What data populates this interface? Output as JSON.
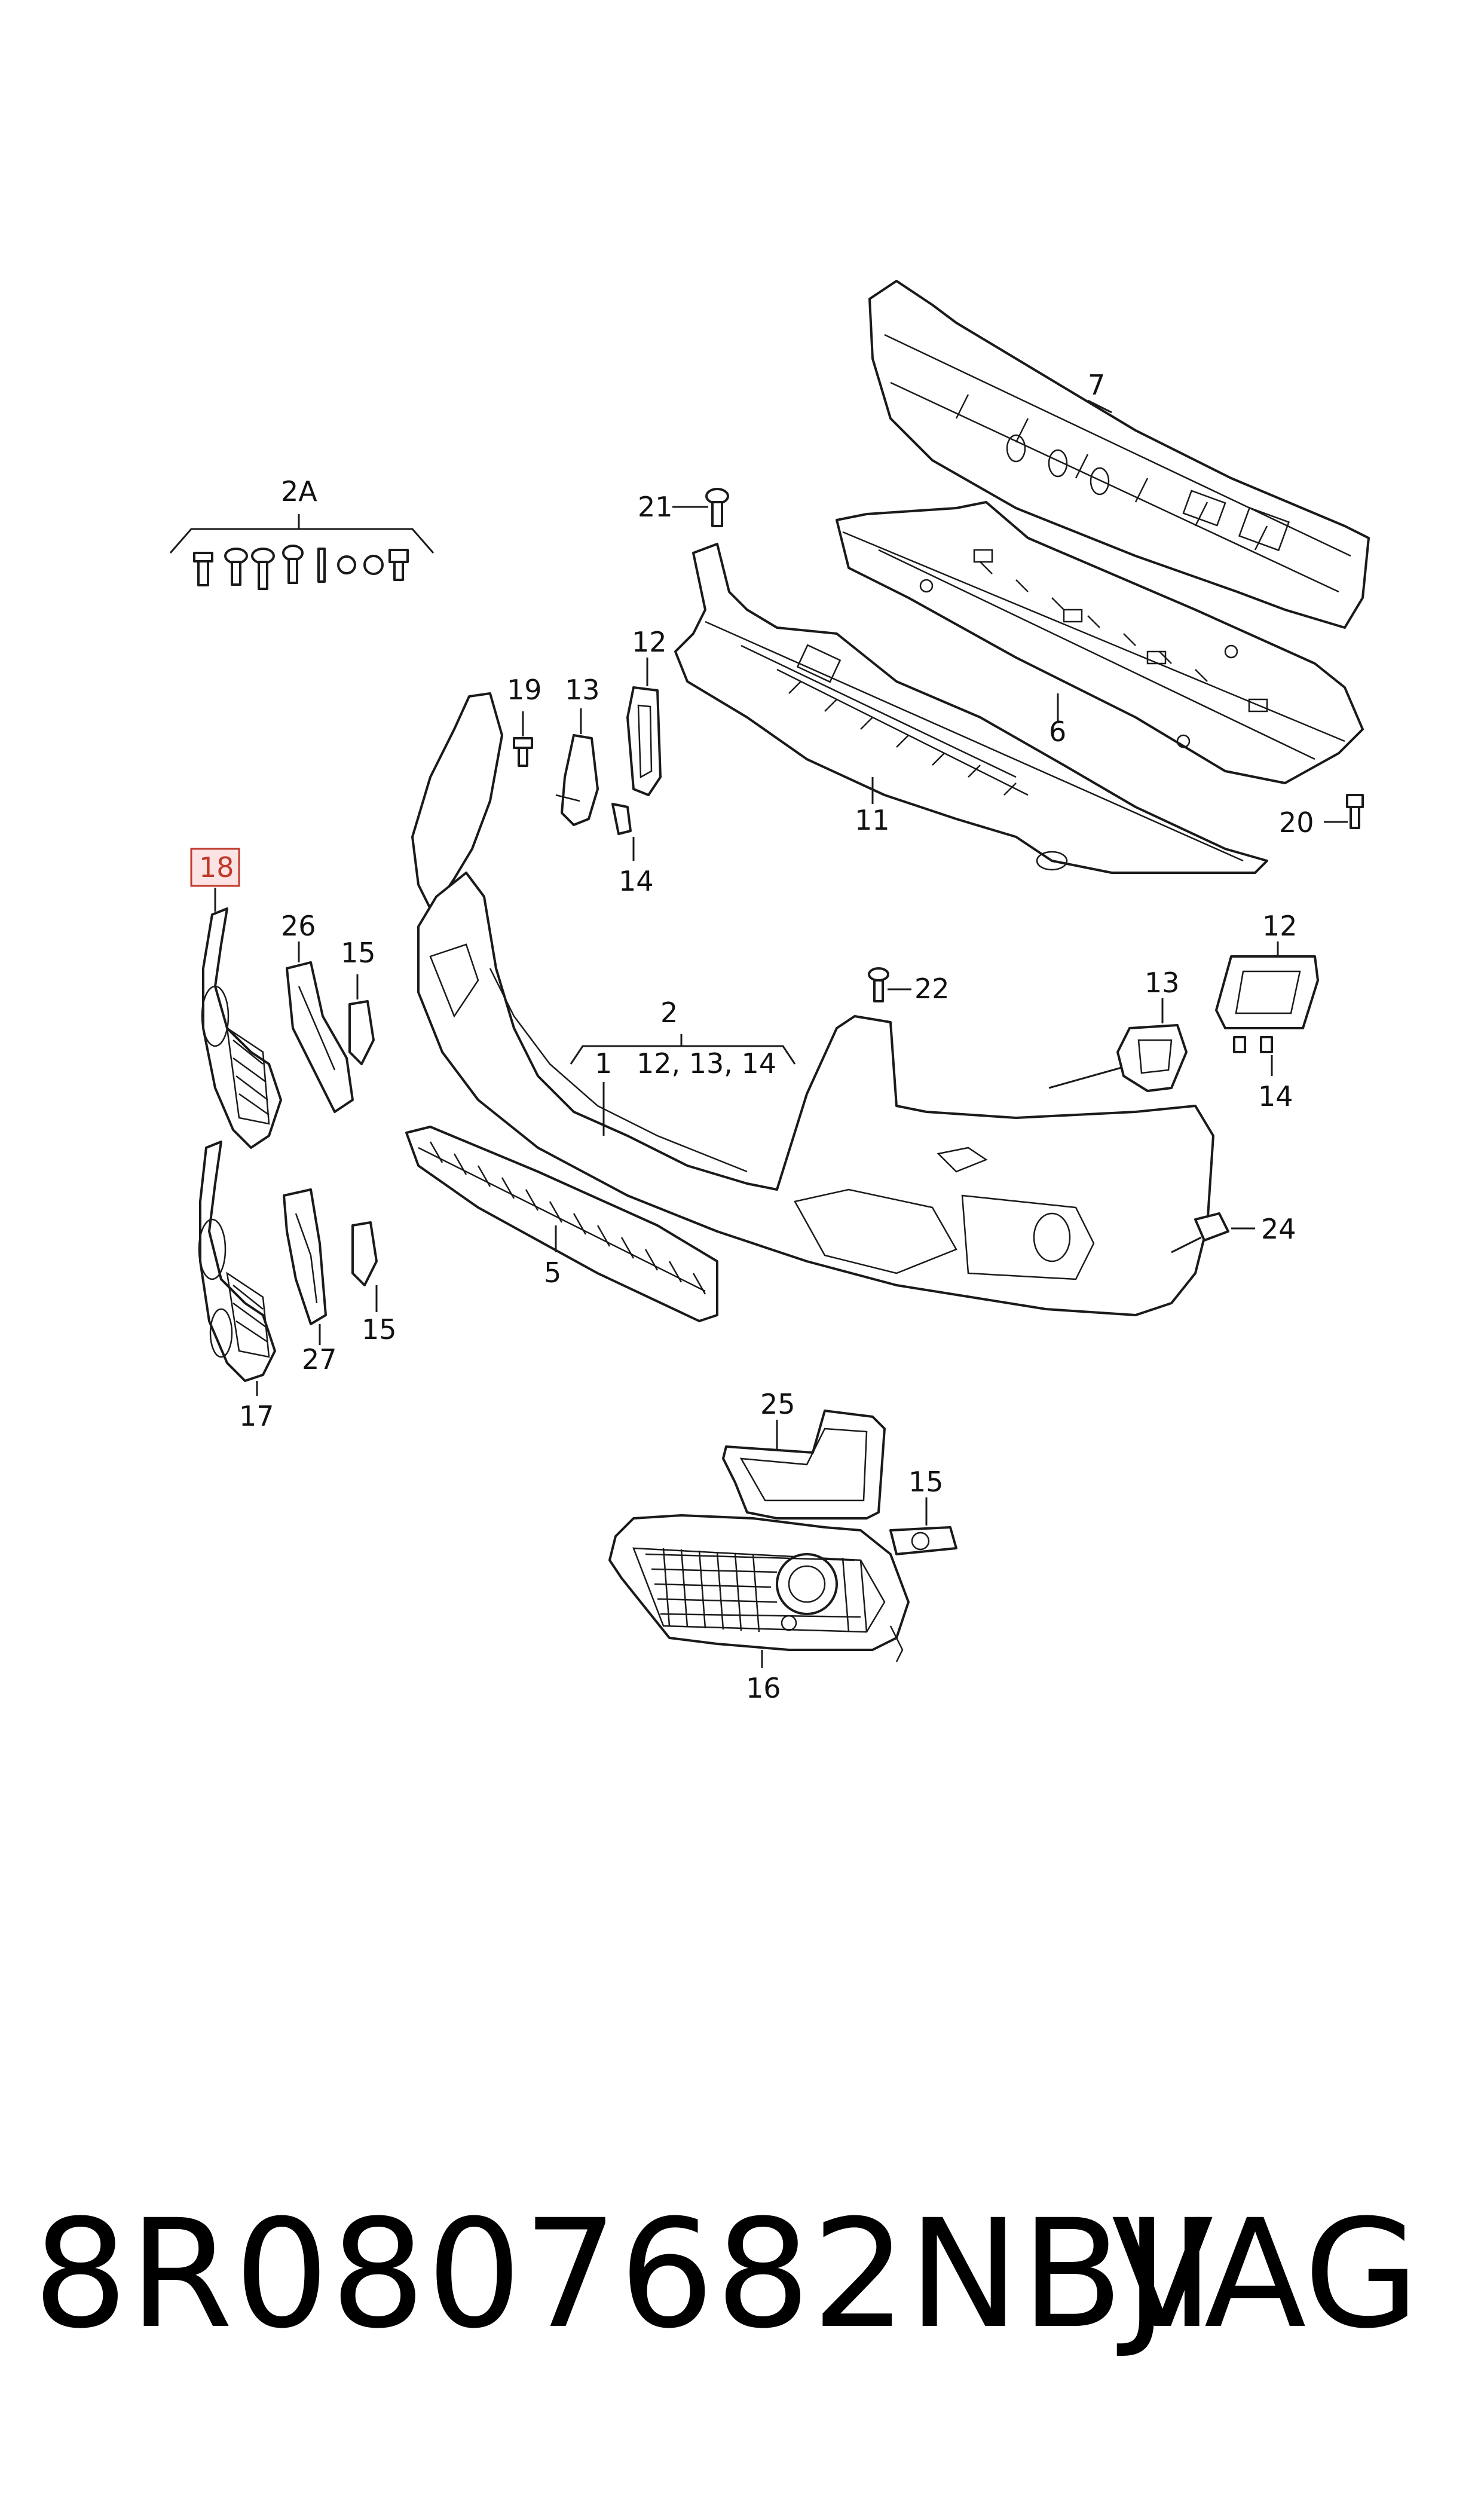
{
  "labels": {
    "l2A": "2A",
    "l7": "7",
    "l21": "21",
    "l12a": "12",
    "l19": "19",
    "l13a": "13",
    "l6": "6",
    "l11": "11",
    "l14a": "14",
    "l20": "20",
    "l18": "18",
    "l26": "26",
    "l15a": "15",
    "l2": "2",
    "l1": "1",
    "l121314": "12, 13, 14",
    "l22": "22",
    "l13b": "13",
    "l12b": "12",
    "l14b": "14",
    "l24": "24",
    "l5": "5",
    "l15b": "15",
    "l27": "27",
    "l17": "17",
    "l25": "25",
    "l15c": "15",
    "l16": "16"
  },
  "highlighted_label": "18",
  "footer": {
    "part_number": "8R0807682NBJI",
    "brand": "VAG"
  }
}
